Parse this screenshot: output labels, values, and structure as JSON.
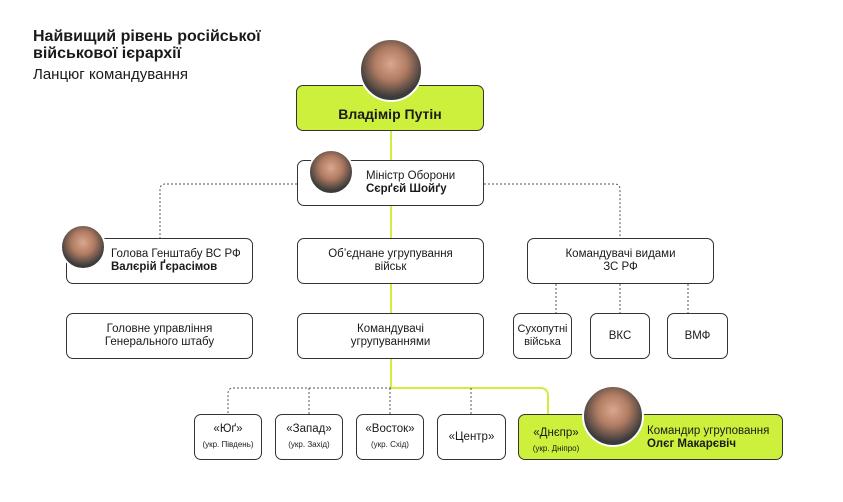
{
  "header": {
    "title": "Найвищий рівень російської військової ієрархії",
    "subtitle": "Ланцюг командування"
  },
  "colors": {
    "accent": "#cdf03c",
    "line": "#333333"
  },
  "nodes": {
    "putin": {
      "name": "Владімір Путін"
    },
    "shoigu": {
      "role": "Міністр Оборони",
      "name": "Сєрґєй Шойґу"
    },
    "gerasimov": {
      "role": "Голова Генштабу ВС РФ",
      "name": "Валєрій Ґєрасімов"
    },
    "joint": {
      "label": "Об’єднане угрупування військ"
    },
    "branches": {
      "label": "Командувачі видами ЗС РФ"
    },
    "gs": {
      "label": "Головне управління Генерального штабу"
    },
    "group_cmd": {
      "label": "Командувачі угрупуваннями"
    },
    "branch_items": [
      "Сухопутні війська",
      "ВКС",
      "ВМФ"
    ],
    "groups": [
      {
        "name": "«Юґ»",
        "sub": "(укр. Південь)"
      },
      {
        "name": "«Запад»",
        "sub": "(укр. Захід)"
      },
      {
        "name": "«Восток»",
        "sub": "(укр. Схід)"
      },
      {
        "name": "«Центр»",
        "sub": ""
      },
      {
        "name": "«Днєпр»",
        "sub": "(укр. Дніпро)"
      }
    ],
    "dnepr_cmd": {
      "role": "Командир угруповання",
      "name": "Олєг Макарєвіч"
    }
  }
}
